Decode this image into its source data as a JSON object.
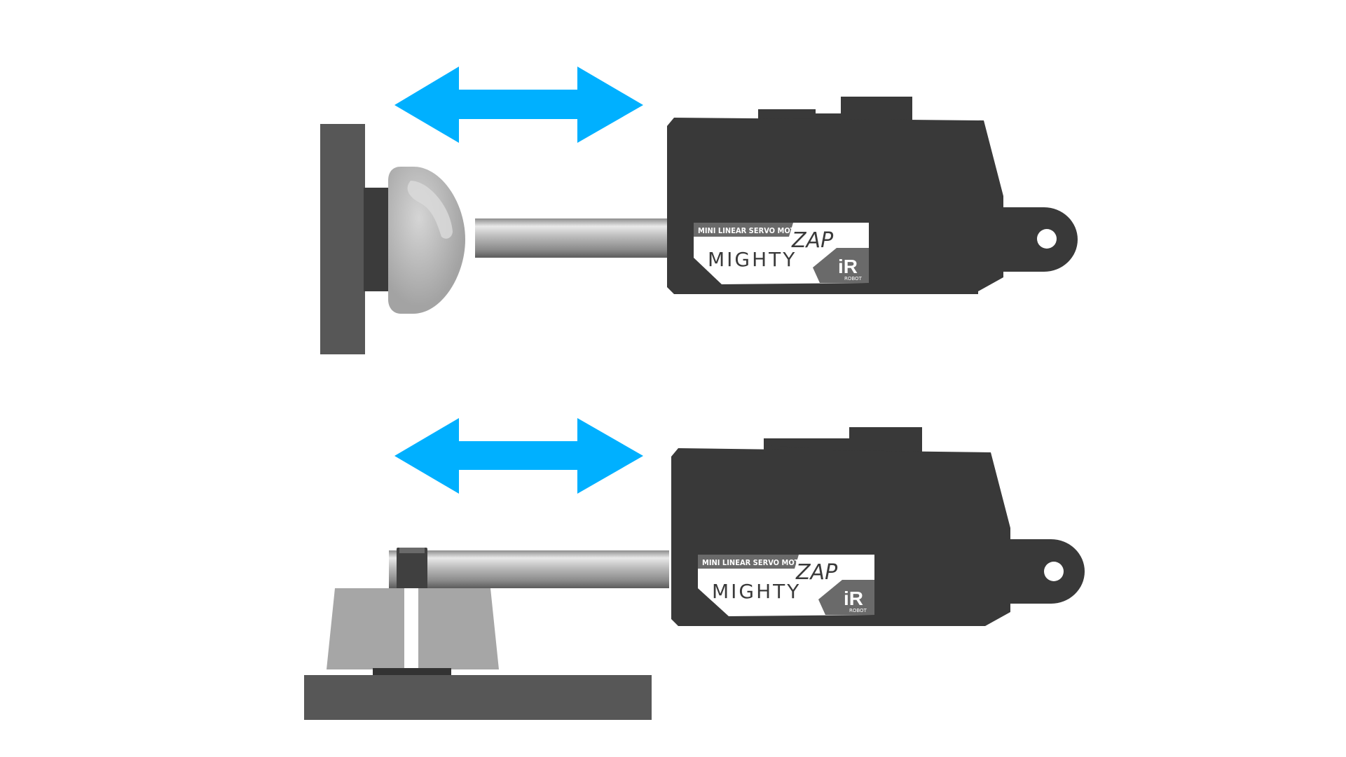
{
  "colors": {
    "arrow": "#00b0ff",
    "body": "#393939",
    "mount": "#575757",
    "cap": "#a9a9a9",
    "label_bg": "#ffffff",
    "label_strip": "#6a6a6a",
    "label_text": "#3a3a3a"
  },
  "icons": [
    "double-arrow-icon",
    "actuator-icon",
    "suction-cup-icon",
    "clamp-block-icon"
  ],
  "actuator_top": {
    "label": {
      "subtitle": "MINI LINEAR SERVO MOTOR",
      "brand_zap": "ZAP",
      "brand_mighty": "MIGHTY",
      "logo_ir": "iR",
      "logo_robot": "ROBOT"
    }
  },
  "actuator_bottom": {
    "label": {
      "subtitle": "MINI LINEAR SERVO MOTOR",
      "brand_zap": "ZAP",
      "brand_mighty": "MIGHTY",
      "logo_ir": "iR",
      "logo_robot": "ROBOT"
    }
  }
}
